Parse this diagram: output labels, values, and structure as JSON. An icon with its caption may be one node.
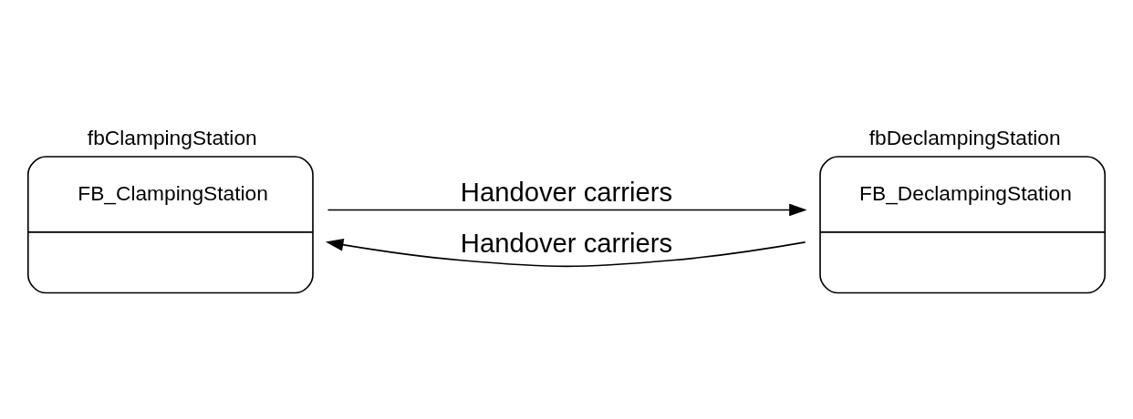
{
  "diagram": {
    "nodes": [
      {
        "text": [
          "fbClampingStation",
          "FB_ClampingStation"
        ]
      },
      {
        "text": [
          "fbDeclampingStation",
          "FB_DeclampingStation"
        ]
      }
    ],
    "edges": [
      {
        "from": 0,
        "to": 1,
        "arrow": "to",
        "label": "Handover carriers"
      },
      {
        "from": 1,
        "to": 0,
        "arrow": "to",
        "label": "Handover carriers"
      }
    ]
  }
}
